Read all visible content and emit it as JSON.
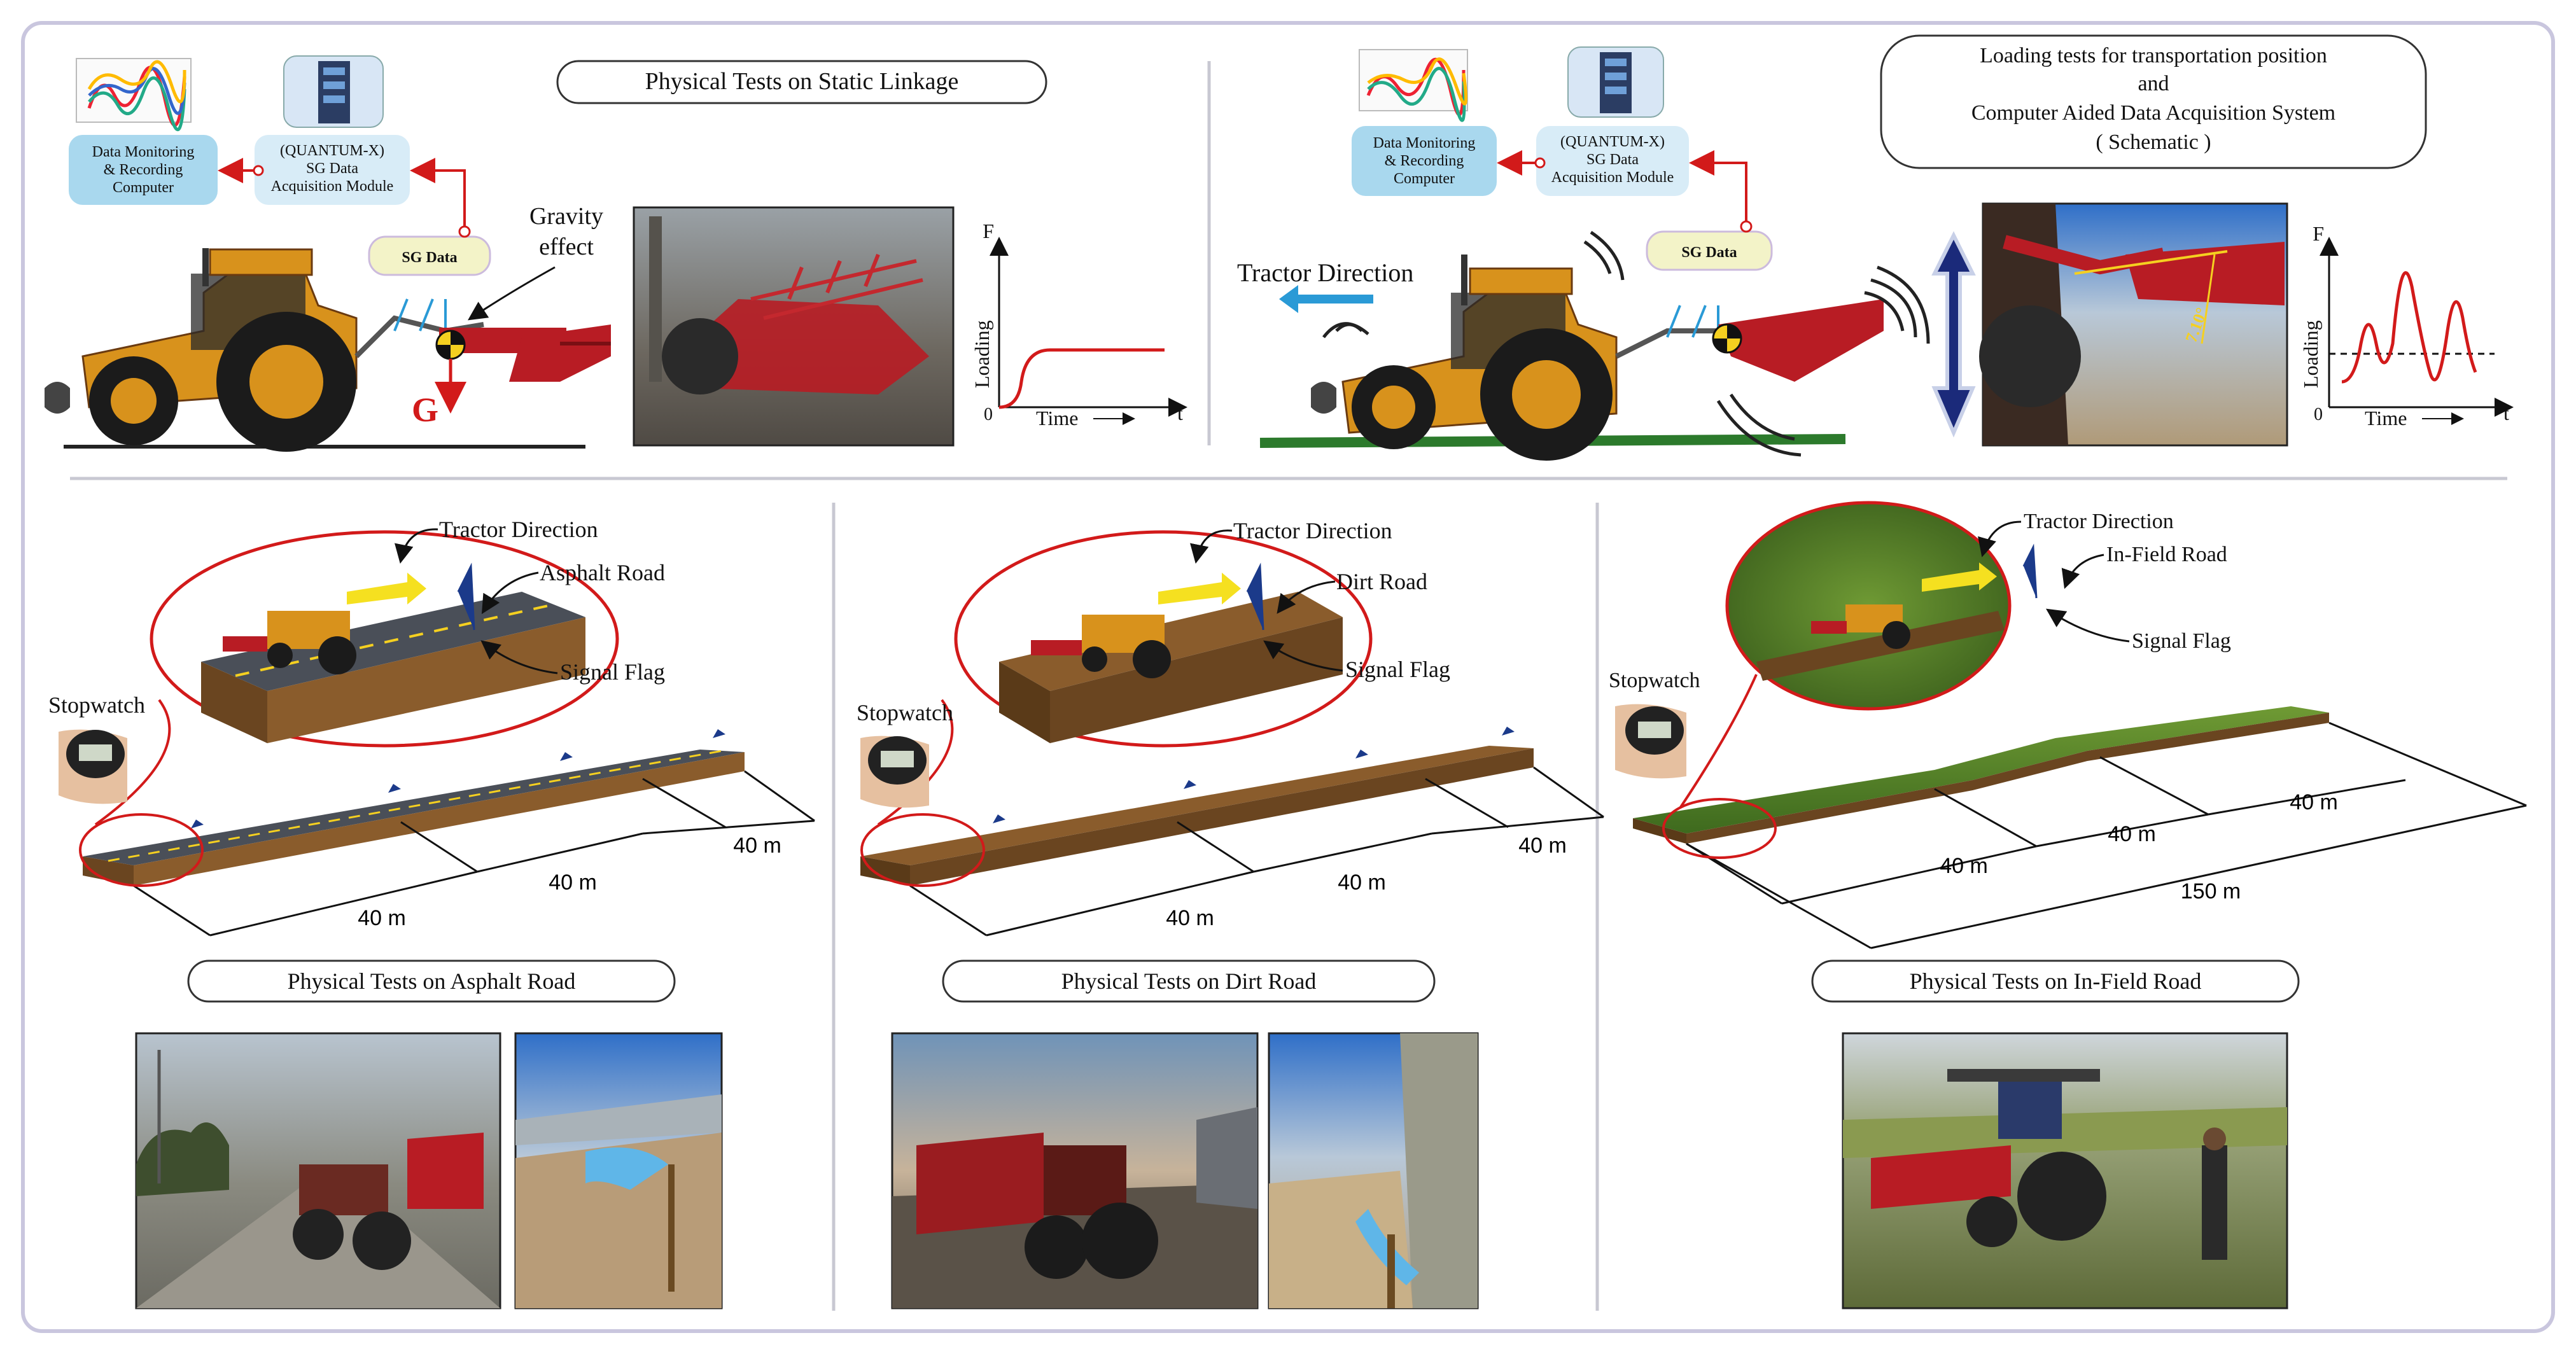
{
  "colors": {
    "frame": "#c9c6de",
    "accent_red": "#d21a1a",
    "tractor_orange": "#d8921c",
    "implement_red": "#b81c24",
    "box_blue": "#a9d8ee",
    "sg_yellow": "#f3f3c8",
    "arrow_blue": "#2a9ad6",
    "flag_blue": "#1b3a8a",
    "asphalt": "#4a4f58",
    "dirt": "#8a5c2c",
    "grass": "#5a8a2a"
  },
  "top_left": {
    "title": "Physical Tests on Static Linkage",
    "monitor_box": [
      "Data Monitoring",
      "& Recording",
      "Computer"
    ],
    "daq_box": [
      "(QUANTUM-X)",
      "SG Data",
      "Acquisition Module"
    ],
    "sg_label": "SG Data",
    "gravity": [
      "Gravity",
      "effect"
    ],
    "g_label": "G",
    "graph": {
      "y_label": "Loading",
      "x_label": "Time",
      "f": "F",
      "t": "t",
      "zero": "0"
    }
  },
  "top_right": {
    "title": [
      "Loading tests for transportation position",
      "and",
      "Computer Aided Data Acquisition System",
      "( Schematic  )"
    ],
    "monitor_box": [
      "Data Monitoring",
      "& Recording",
      "Computer"
    ],
    "daq_box": [
      "(QUANTUM-X)",
      "SG Data",
      "Acquisition Module"
    ],
    "sg_label": "SG Data",
    "direction": "Tractor Direction",
    "angle": "7.10°",
    "graph": {
      "y_label": "Loading",
      "x_label": "Time",
      "f": "F",
      "t": "t",
      "zero": "0"
    }
  },
  "panels": [
    {
      "title": "Physical Tests on Asphalt Road",
      "direction": "Tractor Direction",
      "road": "Asphalt Road",
      "flag": "Signal Flag",
      "stopwatch": "Stopwatch",
      "dims": [
        "40 m",
        "40 m",
        "40 m"
      ]
    },
    {
      "title": "Physical Tests on Dirt Road",
      "direction": "Tractor Direction",
      "road": "Dirt Road",
      "flag": "Signal Flag",
      "stopwatch": "Stopwatch",
      "dims": [
        "40 m",
        "40 m",
        "40 m"
      ]
    },
    {
      "title": "Physical Tests on In-Field Road",
      "direction": "Tractor Direction",
      "road": "In-Field Road",
      "flag": "Signal Flag",
      "stopwatch": "Stopwatch",
      "dims": [
        "40 m",
        "40 m",
        "40 m",
        "150 m"
      ]
    }
  ]
}
